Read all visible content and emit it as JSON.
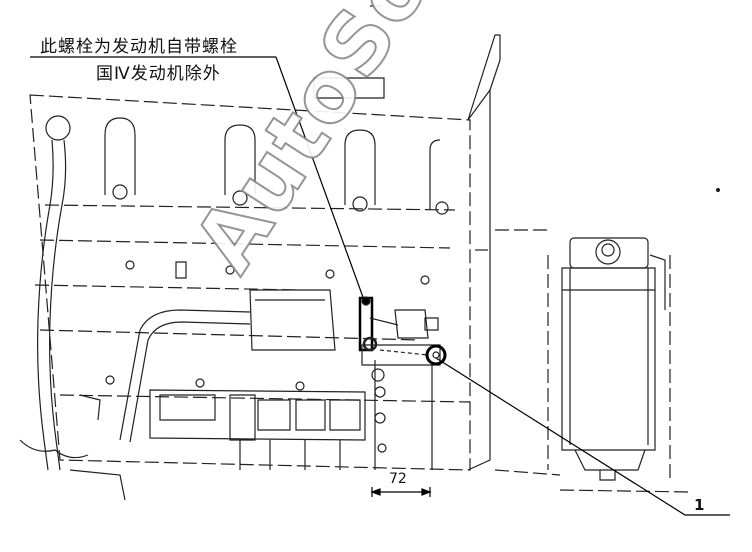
{
  "annotations": {
    "note_line_1": "此螺栓为发动机自带螺栓",
    "note_line_2": "国Ⅳ发动机除外",
    "dimension": "72",
    "callout_number": "1"
  },
  "watermark": "AutoSoft"
}
